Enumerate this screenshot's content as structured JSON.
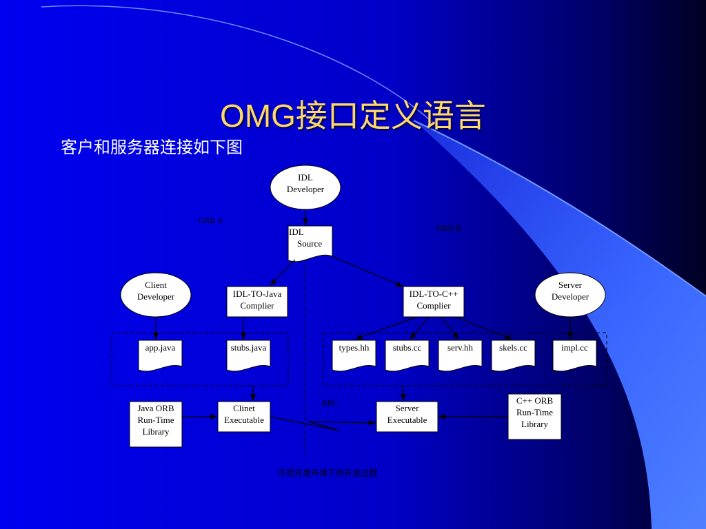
{
  "slide": {
    "title": "OMG接口定义语言",
    "subtitle": "客户和服务器连接如下图"
  },
  "diagram": {
    "orb_a": "ORB A",
    "orb_b": "ORB B",
    "rpc": "RPC",
    "caption": "不同开发环境下的开发过程",
    "idl_developer": "IDL\nDeveloper",
    "idl_source_line1": "IDL",
    "idl_source_line2": "Source",
    "client_developer": "Client\nDeveloper",
    "server_developer": "Server\nDeveloper",
    "idl_to_java": "IDL-TO-Java\nComplier",
    "idl_to_cpp": "IDL-TO-C++\nComplier",
    "app_java": "app.java",
    "stubs_java": "stubs.java",
    "types_hh": "types.hh",
    "stubs_cc": "stubs.cc",
    "serv_hh": "serv.hh",
    "skels_cc": "skels.cc",
    "impl_cc": "impl.cc",
    "java_orb": "Java ORB\nRun-Time\nLibrary",
    "clinet_exec": "Clinet\nExecutable",
    "server_exec": "Server\nExecutable",
    "cpp_orb": "C++ ORB\nRun-Time\nLibrary"
  },
  "colors": {
    "bg_left": "#0000ee",
    "bg_right": "#000033",
    "wave_light": "#4d7dff",
    "wave_dark": "#2a3fd6",
    "title": "#ffd966"
  }
}
